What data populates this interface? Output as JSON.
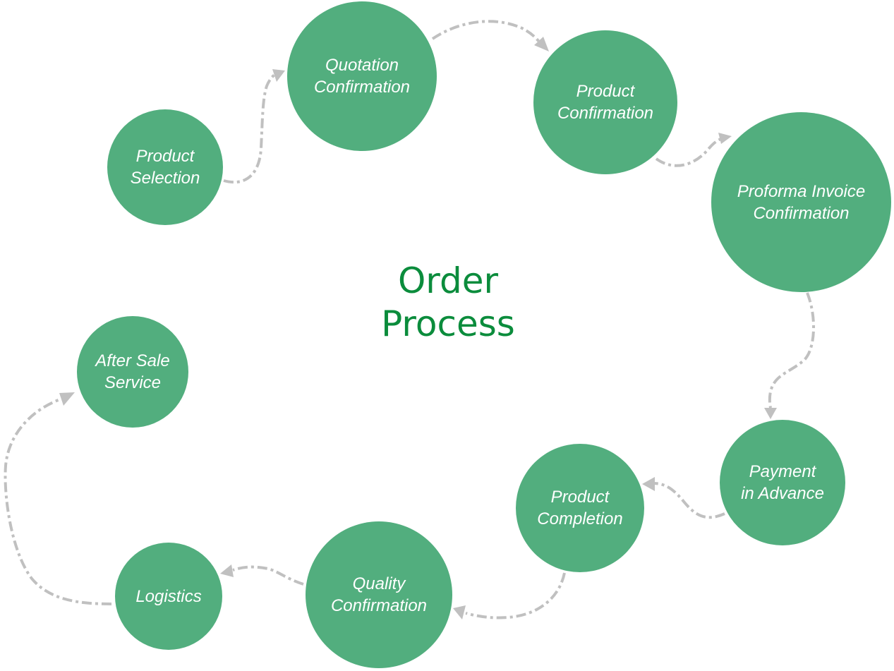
{
  "title": "Order\nProcess",
  "colors": {
    "node_fill": "#52ae7e",
    "node_text": "#ffffff",
    "title": "#0b8c3c",
    "arrow": "#c0c0c0"
  },
  "steps": [
    {
      "id": "product-selection",
      "label": "Product\nSelection"
    },
    {
      "id": "quotation-confirmation",
      "label": "Quotation\nConfirmation"
    },
    {
      "id": "product-confirmation",
      "label": "Product\nConfirmation"
    },
    {
      "id": "proforma-invoice-confirmation",
      "label": "Proforma Invoice\nConfirmation"
    },
    {
      "id": "payment-in-advance",
      "label": "Payment\nin Advance"
    },
    {
      "id": "product-completion",
      "label": "Product\nCompletion"
    },
    {
      "id": "quality-confirmation",
      "label": "Quality\nConfirmation"
    },
    {
      "id": "logistics",
      "label": "Logistics"
    },
    {
      "id": "after-sale-service",
      "label": "After Sale\nService"
    }
  ],
  "connections": [
    {
      "from": "product-selection",
      "to": "quotation-confirmation"
    },
    {
      "from": "quotation-confirmation",
      "to": "product-confirmation"
    },
    {
      "from": "product-confirmation",
      "to": "proforma-invoice-confirmation"
    },
    {
      "from": "proforma-invoice-confirmation",
      "to": "payment-in-advance"
    },
    {
      "from": "payment-in-advance",
      "to": "product-completion"
    },
    {
      "from": "product-completion",
      "to": "quality-confirmation"
    },
    {
      "from": "quality-confirmation",
      "to": "logistics"
    },
    {
      "from": "logistics",
      "to": "after-sale-service"
    }
  ]
}
